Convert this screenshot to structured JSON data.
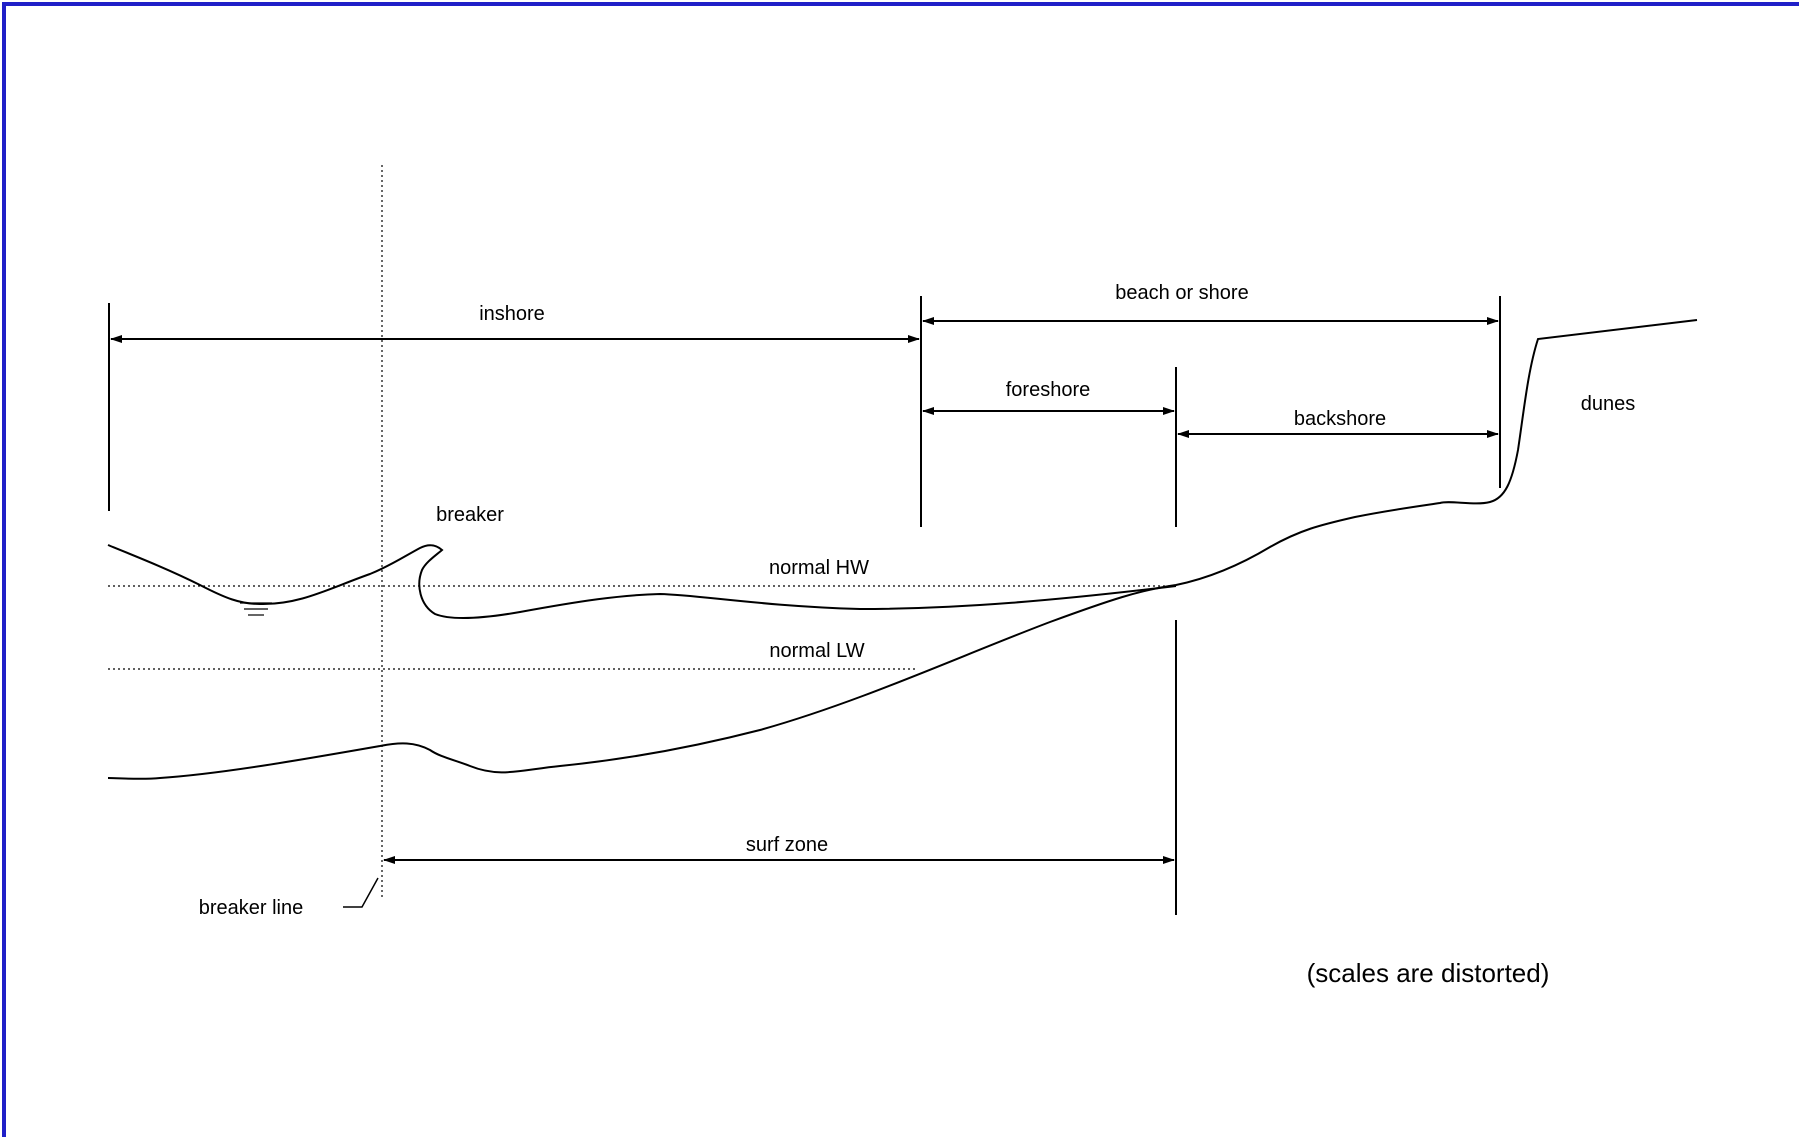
{
  "labels": {
    "inshore": "inshore",
    "beach_or_shore": "beach or shore",
    "foreshore": "foreshore",
    "backshore": "backshore",
    "dunes": "dunes",
    "breaker": "breaker",
    "normal_hw": "normal HW",
    "normal_lw": "normal LW",
    "surf_zone": "surf zone",
    "breaker_line": "breaker line",
    "scale_note": "(scales are distorted)"
  },
  "colors": {
    "frame": "#2020c8",
    "line": "#000000",
    "background": "#ffffff"
  }
}
